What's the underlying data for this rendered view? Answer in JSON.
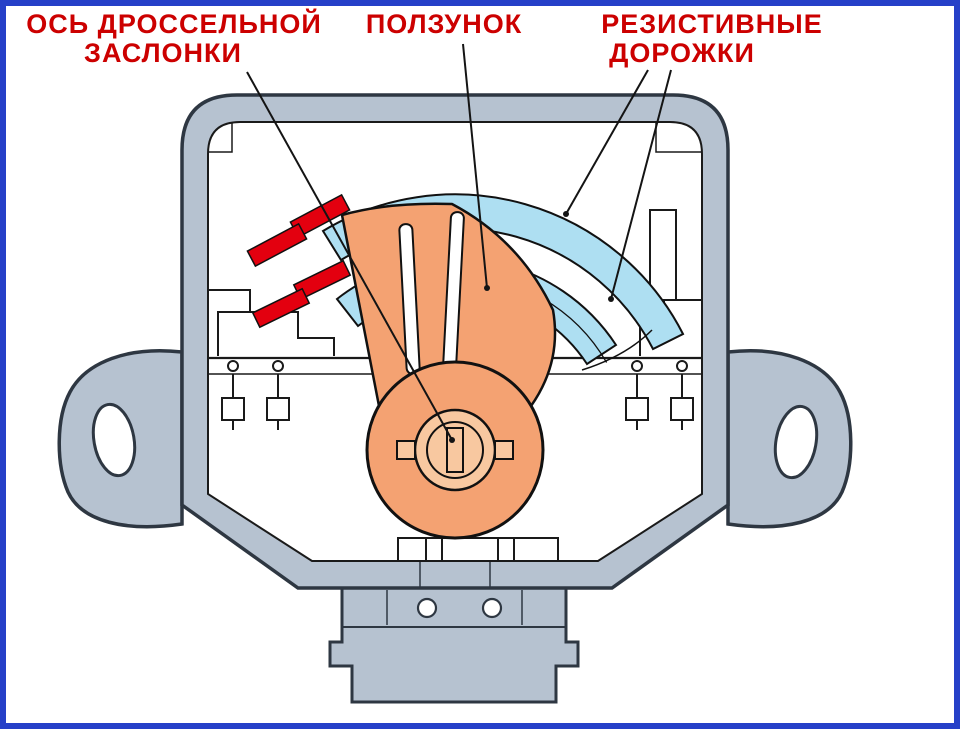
{
  "diagram": {
    "labels": {
      "throttle_axis_line1": "ОСЬ ДРОССЕЛЬНОЙ",
      "throttle_axis_line2": "ЗАСЛОНКИ",
      "slider": "ПОЛЗУНОК",
      "resistive_tracks_line1": "РЕЗИСТИВНЫЕ",
      "resistive_tracks_line2": "ДОРОЖКИ"
    },
    "colors": {
      "frame": "#2640c8",
      "label": "#cc0000",
      "body": "#b6c2d0",
      "body_outline": "#2e3742",
      "cavity": "#ffffff",
      "track": "#aedff2",
      "contact": "#e3000f",
      "wiper": "#f4a272",
      "wiper_light": "#f8c8a0",
      "line": "#141414"
    }
  }
}
